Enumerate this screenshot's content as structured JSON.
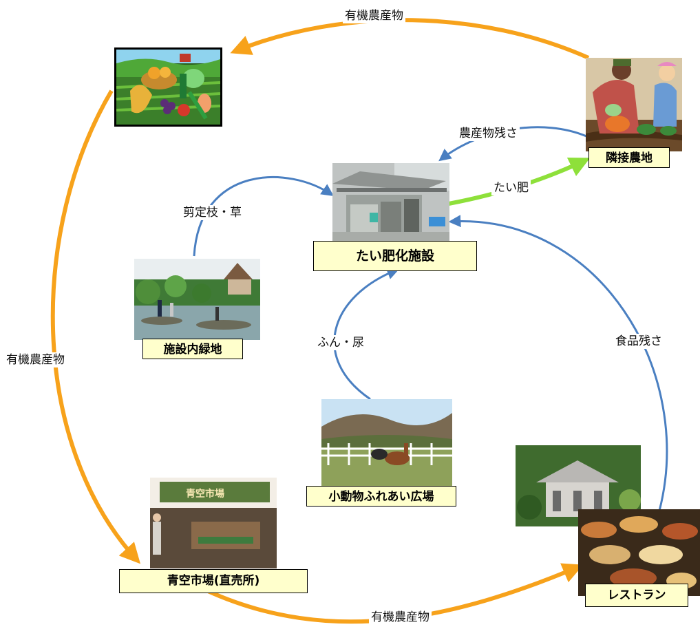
{
  "nodes": {
    "organic_produce": {
      "icon": "vegetable-basket-illustration"
    },
    "adjacent_farmland": {
      "label": "隣接農地",
      "icon": "farmers-harvesting-illustration"
    },
    "compost_facility": {
      "label": "たい肥化施設",
      "icon": "compost-facility-photo"
    },
    "green_area": {
      "label": "施設内緑地",
      "icon": "pond-garden-photo"
    },
    "animal_plaza": {
      "label": "小動物ふれあい広場",
      "icon": "alpaca-pasture-photo"
    },
    "direct_market": {
      "label": "青空市場(直売所)",
      "icon": "market-stall-photo",
      "sign": "青空市場"
    },
    "restaurant": {
      "label": "レストラン",
      "icon": "buffet-food-photo"
    }
  },
  "flows": {
    "farm_to_produce": "有機農産物",
    "produce_to_market": "有機農産物",
    "market_to_restaurant": "有機農産物",
    "farm_residue": "農産物残さ",
    "compost_to_farm": "たい肥",
    "prunings": "剪定枝・草",
    "manure": "ふん・尿",
    "food_residue": "食品残さ"
  },
  "colors": {
    "produce_arrow": "#f7a21b",
    "residue_arrow": "#4a7fc1",
    "compost_arrow": "#8ee03a",
    "label_fill": "#ffffcc"
  }
}
